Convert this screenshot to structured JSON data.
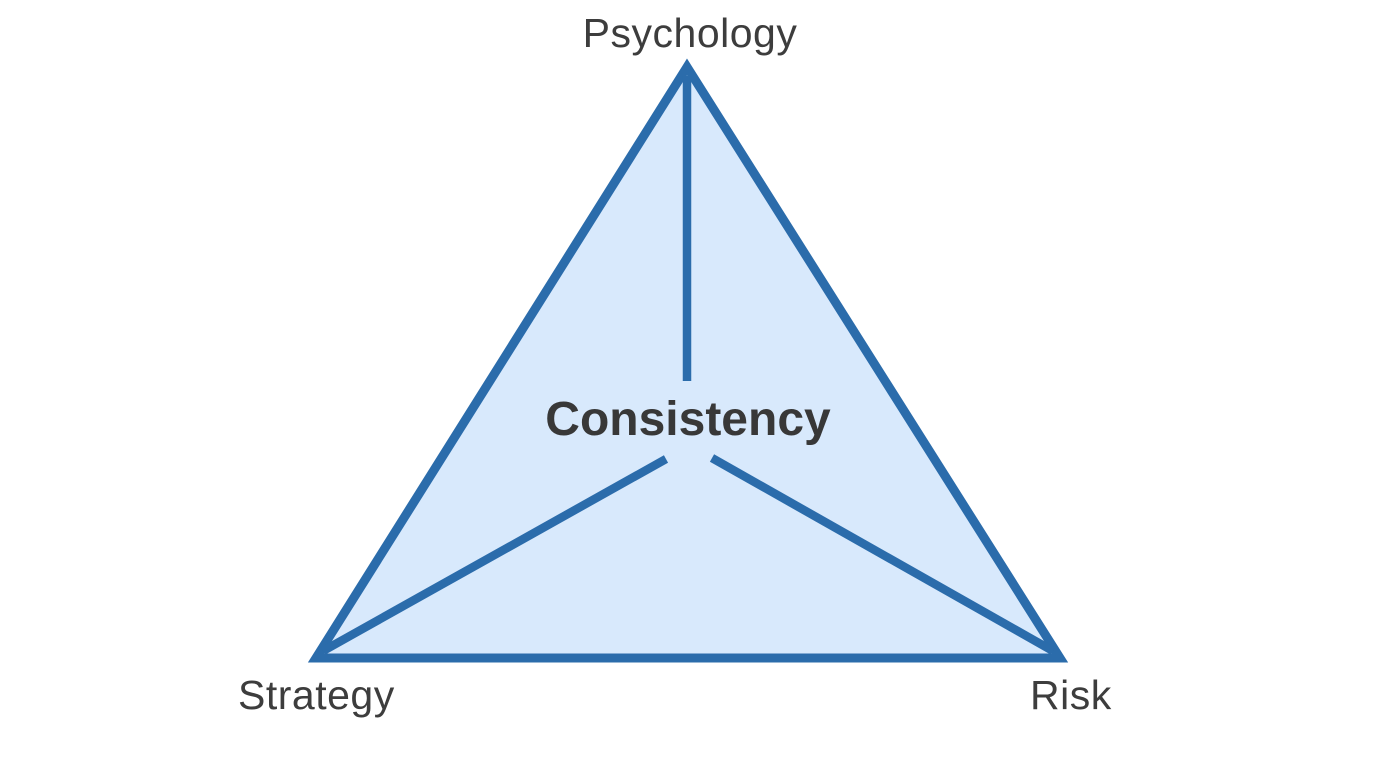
{
  "diagram": {
    "type": "triangle-concept-diagram",
    "vertices": [
      {
        "position": "top",
        "label": "Psychology"
      },
      {
        "position": "bottom-left",
        "label": "Strategy"
      },
      {
        "position": "bottom-right",
        "label": "Risk"
      }
    ],
    "center": {
      "label": "Consistency"
    },
    "connections": [
      "center-to-top",
      "center-to-bottom-left",
      "center-to-bottom-right"
    ]
  },
  "colors": {
    "background": "#ffffff",
    "triangle_fill": "#d8e9fc",
    "triangle_stroke": "#2b6cab",
    "vertex_label_text": "#3d3d3d",
    "center_label_text": "#383838"
  }
}
